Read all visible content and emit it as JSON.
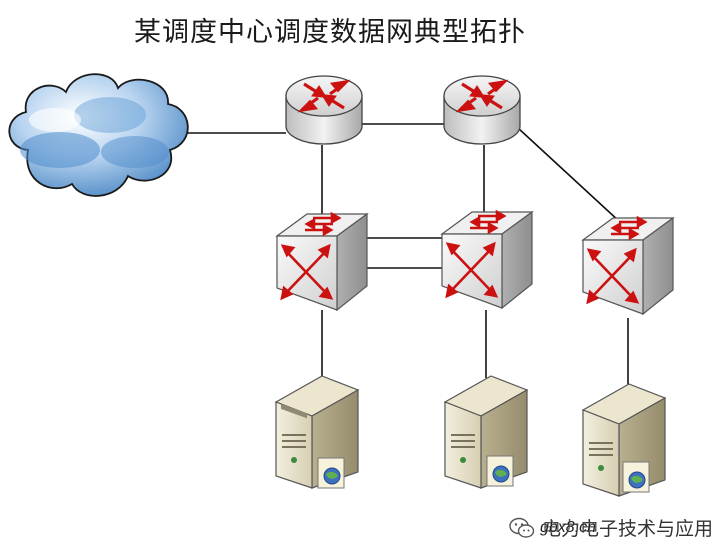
{
  "title": "某调度中心调度数据网典型拓扑",
  "watermark": {
    "text": "电力电子技术与应用",
    "url": "gbx8.cn"
  },
  "nodes": [
    {
      "id": "cloud",
      "type": "cloud",
      "icon": "cloud-icon"
    },
    {
      "id": "router-1",
      "type": "router",
      "icon": "router-icon"
    },
    {
      "id": "router-2",
      "type": "router",
      "icon": "router-icon"
    },
    {
      "id": "switch-1",
      "type": "switch",
      "icon": "switch-icon"
    },
    {
      "id": "switch-2",
      "type": "switch",
      "icon": "switch-icon"
    },
    {
      "id": "switch-3",
      "type": "switch",
      "icon": "switch-icon"
    },
    {
      "id": "server-1",
      "type": "server",
      "icon": "server-icon"
    },
    {
      "id": "server-2",
      "type": "server",
      "icon": "server-icon"
    },
    {
      "id": "server-3",
      "type": "server",
      "icon": "server-icon"
    }
  ],
  "links": [
    [
      "cloud",
      "router-1"
    ],
    [
      "router-1",
      "router-2"
    ],
    [
      "router-1",
      "switch-1"
    ],
    [
      "router-2",
      "switch-2"
    ],
    [
      "router-2",
      "switch-3"
    ],
    [
      "switch-1",
      "switch-2"
    ],
    [
      "switch-1",
      "switch-2"
    ],
    [
      "switch-1",
      "server-1"
    ],
    [
      "switch-2",
      "server-2"
    ],
    [
      "switch-3",
      "server-3"
    ]
  ],
  "colors": {
    "arrow": "#cc1111",
    "cloud": "#6fa8dc",
    "server": "#d9d2b8",
    "device": "#e4e4e4",
    "line": "#111111"
  }
}
